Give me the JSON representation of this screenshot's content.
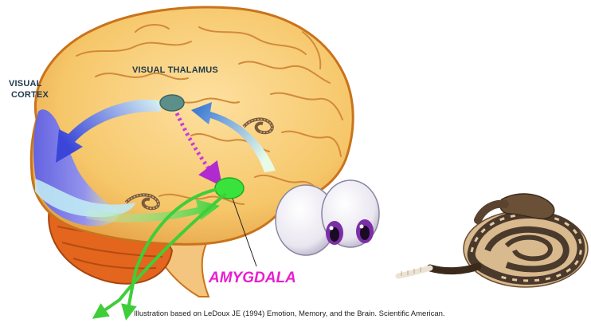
{
  "labels": {
    "visual_cortex_line1": "VISUAL",
    "visual_cortex_line2": "CORTEX",
    "visual_thalamus": "VISUAL THALAMUS",
    "amygdala": "AMYGDALA"
  },
  "caption": "Illustration based on LeDoux JE (1994) Emotion, Memory, and the Brain. Scientific American.",
  "colors": {
    "brain_fill": "#f6c76a",
    "brain_outline": "#c9731c",
    "cerebellum": "#e46a1e",
    "visual_cortex": "#6b6cf0",
    "thalamus": "#5c8f8a",
    "amygdala_node": "#39e33c",
    "pathway_dotted": "#c93ae0",
    "amygdala_label": "#e81fd0",
    "eye_iris": "#7b2fa6",
    "snake_dark": "#4a3a2c",
    "snake_light": "#d9b98e"
  },
  "icons": [
    "brain-illustration",
    "eyes-illustration",
    "snake-illustration"
  ]
}
